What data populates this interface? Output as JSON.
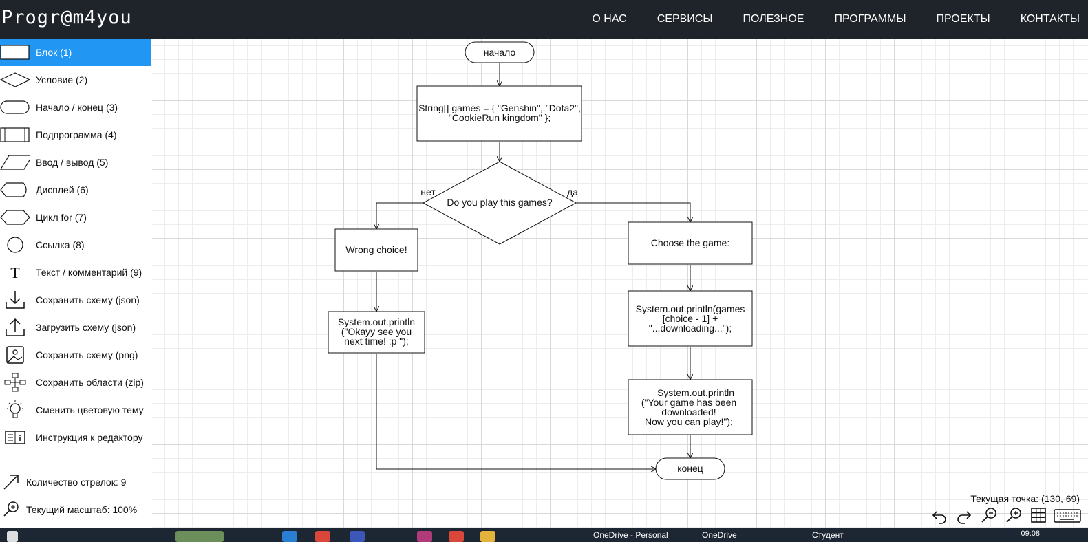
{
  "app": {
    "logo": "Progr@m4you"
  },
  "nav": [
    "О НАС",
    "СЕРВИСЫ",
    "ПОЛЕЗНОЕ",
    "ПРОГРАММЫ",
    "ПРОЕКТЫ",
    "КОНТАКТЫ"
  ],
  "sidebar": {
    "items": [
      {
        "label": "Блок (1)",
        "icon": "block-rect-icon"
      },
      {
        "label": "Условие (2)",
        "icon": "condition-diamond-icon"
      },
      {
        "label": "Начало / конец (3)",
        "icon": "terminator-icon"
      },
      {
        "label": "Подпрограмма (4)",
        "icon": "subroutine-icon"
      },
      {
        "label": "Ввод / вывод (5)",
        "icon": "io-parallelogram-icon"
      },
      {
        "label": "Дисплей (6)",
        "icon": "display-icon"
      },
      {
        "label": "Цикл for (7)",
        "icon": "loop-hexagon-icon"
      },
      {
        "label": "Ссылка (8)",
        "icon": "connector-circle-icon"
      },
      {
        "label": "Текст / комментарий (9)",
        "icon": "text-icon"
      },
      {
        "label": "Сохранить схему (json)",
        "icon": "download-icon"
      },
      {
        "label": "Загрузить схему (json)",
        "icon": "upload-icon"
      },
      {
        "label": "Сохранить схему (png)",
        "icon": "image-icon"
      },
      {
        "label": "Сохранить области (zip)",
        "icon": "hierarchy-icon"
      },
      {
        "label": "Сменить цветовую тему",
        "icon": "lightbulb-icon"
      },
      {
        "label": "Инструкция к редактору",
        "icon": "manual-icon"
      }
    ],
    "arrow_count": "Количество стрелок: 9",
    "zoom": "Текущий масштаб: 100%"
  },
  "diagram": {
    "start": "начало",
    "block1": [
      "String[] games = { \"Genshin\", \"Dota2\",",
      "\"CookieRun kingdom\" };"
    ],
    "condition": "Do you play this games?",
    "no_label": "нет",
    "yes_label": "да",
    "wrong": "Wrong choice!",
    "okay": [
      "System.out.println",
      "(\"Okayy see you",
      "next time! :p \");"
    ],
    "choose": "Choose the game:",
    "print_games": [
      "System.out.println(games",
      "[choice - 1] +",
      "\"...downloading...\");"
    ],
    "downloaded": [
      "System.out.println",
      "(\"Your game has been",
      "downloaded!",
      "Now you can play!\");"
    ],
    "end": "конец"
  },
  "status": {
    "current_point": "Текущая точка: (130, 69)"
  },
  "taskbar": {
    "items": [
      "OneDrive - Personal",
      "OneDrive",
      "Студент"
    ],
    "clock": "09:08"
  },
  "colors": {
    "topbar": "#1e2429",
    "active": "#2196f3",
    "taskbar": "#1c2733"
  }
}
